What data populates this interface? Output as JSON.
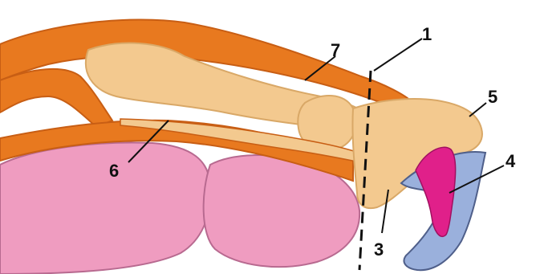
{
  "labels": {
    "label_1": "1",
    "label_3": "3",
    "label_4": "4",
    "label_5": "5",
    "label_6": "6",
    "label_7": "7"
  },
  "colors": {
    "skin_orange": "#e8791f",
    "skin_orange_dark": "#c85e14",
    "bone_tan": "#f3c98f",
    "bone_shadow": "#d9a867",
    "pad_pink": "#ef9cc0",
    "pad_outline": "#b86a90",
    "claw_blue": "#9ab0dc",
    "claw_outline": "#4f5f8a",
    "quick_magenta": "#e0208a",
    "line_black": "#111111",
    "background": "#ffffff"
  },
  "icons": {
    "annotation_style": "leader-line-with-number",
    "section_marker": "dashed-vertical-line"
  }
}
